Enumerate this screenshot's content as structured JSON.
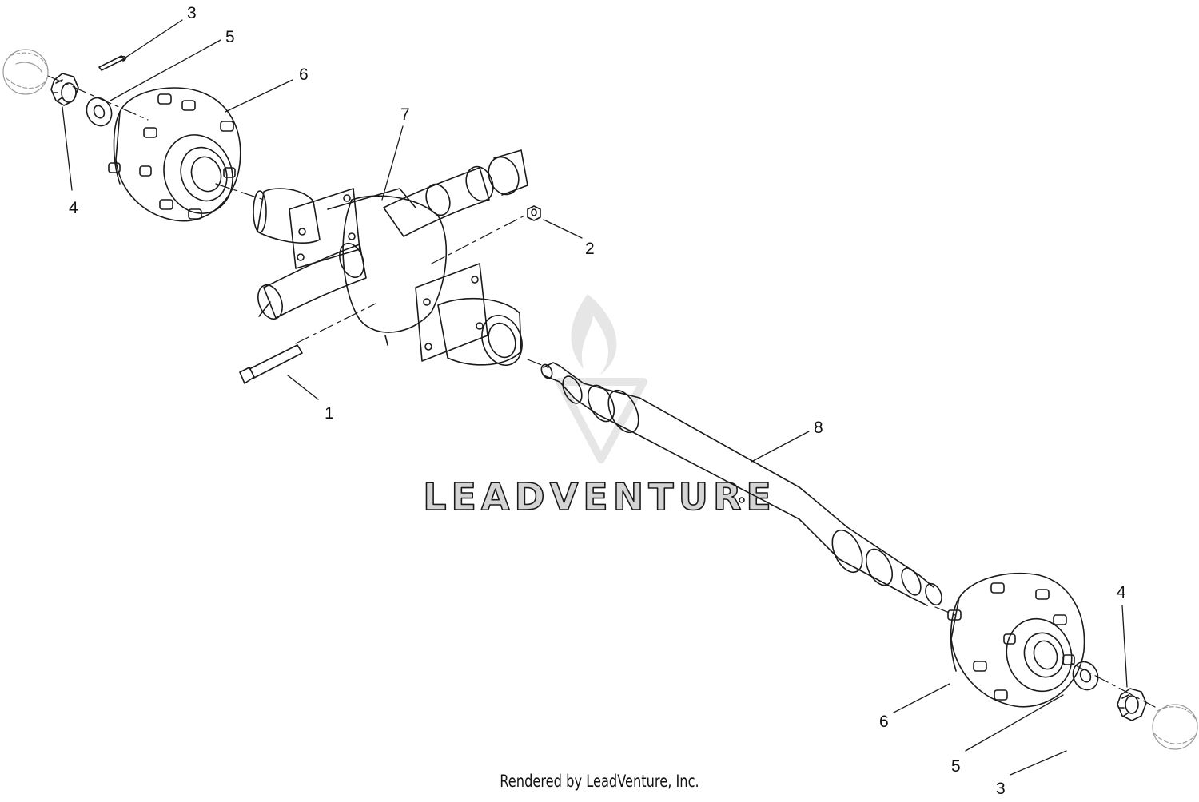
{
  "diagram": {
    "callouts": {
      "c1": "1",
      "c2": "2",
      "c3_top": "3",
      "c3_bottom": "3",
      "c4_left": "4",
      "c4_right": "4",
      "c5_top": "5",
      "c5_bottom": "5",
      "c6_left": "6",
      "c6_right": "6",
      "c7": "7",
      "c8": "8"
    },
    "watermark": "LEADVENTURE",
    "footer": "Rendered by LeadVenture, Inc."
  },
  "colors": {
    "line": "#1a1a1a",
    "watermark": "#d4d4d4"
  }
}
